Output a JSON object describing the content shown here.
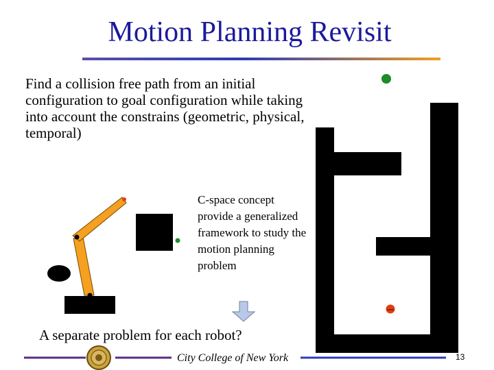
{
  "slide": {
    "title": "Motion Planning Revisit",
    "intro_text": "Find a collision free path from an initial configuration to goal configuration while taking into account the constrains (geometric, physical, temporal)",
    "cspace_text": "C-space concept provide a generalized framework to study the motion planning problem",
    "question_text": "A separate problem for each robot?",
    "footer_text": "City College of New York",
    "page_number": "13"
  },
  "colors": {
    "title": "#1a1a9c",
    "arm": "#f5a020",
    "goal": "#1f8a2a",
    "start": "#e04010",
    "footer_line": "#5a2a8a",
    "arrow": "#b8c8e8"
  },
  "icons": {
    "seal": "college-seal-icon",
    "arrow": "down-arrow-icon"
  }
}
